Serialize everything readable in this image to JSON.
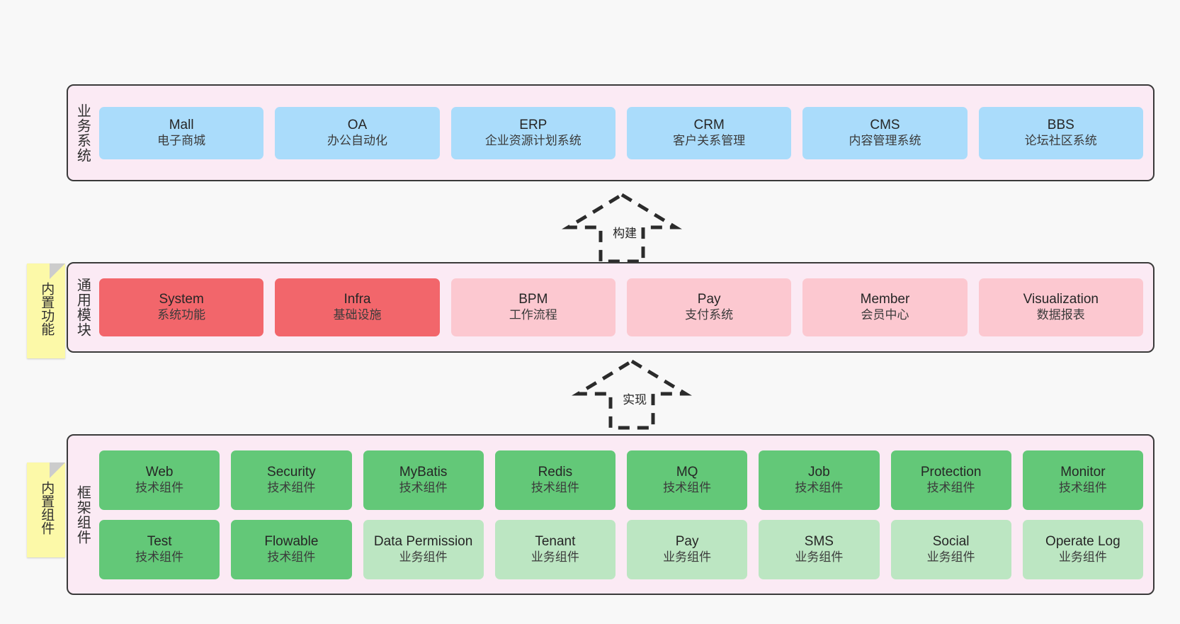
{
  "layers": [
    {
      "id": "business",
      "title": "业务系统",
      "rows": [
        {
          "cells": [
            {
              "name": "Mall",
              "desc": "电子商城",
              "color": "#aadcfb",
              "style": "c-blue"
            },
            {
              "name": "OA",
              "desc": "办公自动化",
              "color": "#aadcfb",
              "style": "c-blue"
            },
            {
              "name": "ERP",
              "desc": "企业资源计划系统",
              "color": "#aadcfb",
              "style": "c-blue"
            },
            {
              "name": "CRM",
              "desc": "客户关系管理",
              "color": "#aadcfb",
              "style": "c-blue"
            },
            {
              "name": "CMS",
              "desc": "内容管理系统",
              "color": "#aadcfb",
              "style": "c-blue"
            },
            {
              "name": "BBS",
              "desc": "论坛社区系统",
              "color": "#aadcfb",
              "style": "c-blue"
            }
          ]
        }
      ]
    },
    {
      "id": "modules",
      "title": "通用模块",
      "rows": [
        {
          "cells": [
            {
              "name": "System",
              "desc": "系统功能",
              "color": "#f2666b",
              "style": "c-red"
            },
            {
              "name": "Infra",
              "desc": "基础设施",
              "color": "#f2666b",
              "style": "c-red"
            },
            {
              "name": "BPM",
              "desc": "工作流程",
              "color": "#fcc8d0",
              "style": "c-pink"
            },
            {
              "name": "Pay",
              "desc": "支付系统",
              "color": "#fcc8d0",
              "style": "c-pink"
            },
            {
              "name": "Member",
              "desc": "会员中心",
              "color": "#fcc8d0",
              "style": "c-pink"
            },
            {
              "name": "Visualization",
              "desc": "数据报表",
              "color": "#fcc8d0",
              "style": "c-pink"
            }
          ]
        }
      ]
    },
    {
      "id": "framework",
      "title": "框架组件",
      "rows": [
        {
          "cells": [
            {
              "name": "Web",
              "desc": "技术组件",
              "color": "#63c878",
              "style": "c-green"
            },
            {
              "name": "Security",
              "desc": "技术组件",
              "color": "#63c878",
              "style": "c-green"
            },
            {
              "name": "MyBatis",
              "desc": "技术组件",
              "color": "#63c878",
              "style": "c-green"
            },
            {
              "name": "Redis",
              "desc": "技术组件",
              "color": "#63c878",
              "style": "c-green"
            },
            {
              "name": "MQ",
              "desc": "技术组件",
              "color": "#63c878",
              "style": "c-green"
            },
            {
              "name": "Job",
              "desc": "技术组件",
              "color": "#63c878",
              "style": "c-green"
            },
            {
              "name": "Protection",
              "desc": "技术组件",
              "color": "#63c878",
              "style": "c-green"
            },
            {
              "name": "Monitor",
              "desc": "技术组件",
              "color": "#63c878",
              "style": "c-green"
            }
          ]
        },
        {
          "cells": [
            {
              "name": "Test",
              "desc": "技术组件",
              "color": "#63c878",
              "style": "c-green"
            },
            {
              "name": "Flowable",
              "desc": "技术组件",
              "color": "#63c878",
              "style": "c-green"
            },
            {
              "name": "Data Permission",
              "desc": "业务组件",
              "color": "#bce6c2",
              "style": "c-lgreen"
            },
            {
              "name": "Tenant",
              "desc": "业务组件",
              "color": "#bce6c2",
              "style": "c-lgreen"
            },
            {
              "name": "Pay",
              "desc": "业务组件",
              "color": "#bce6c2",
              "style": "c-lgreen"
            },
            {
              "name": "SMS",
              "desc": "业务组件",
              "color": "#bce6c2",
              "style": "c-lgreen"
            },
            {
              "name": "Social",
              "desc": "业务组件",
              "color": "#bce6c2",
              "style": "c-lgreen"
            },
            {
              "name": "Operate Log",
              "desc": "业务组件",
              "color": "#bce6c2",
              "style": "c-lgreen"
            }
          ]
        }
      ]
    }
  ],
  "notes": [
    {
      "id": "functions",
      "label": "内置功能"
    },
    {
      "id": "components",
      "label": "内置组件"
    }
  ],
  "arrows": [
    {
      "id": "build",
      "label": "构建"
    },
    {
      "id": "impl",
      "label": "实现"
    }
  ],
  "colors": {
    "container_bg": "#fbeaf4",
    "container_border": "#3a3a3a",
    "page_bg": "#f8f8f8",
    "note_bg": "#fcf9a8",
    "arrow": "#2b2b2b"
  }
}
